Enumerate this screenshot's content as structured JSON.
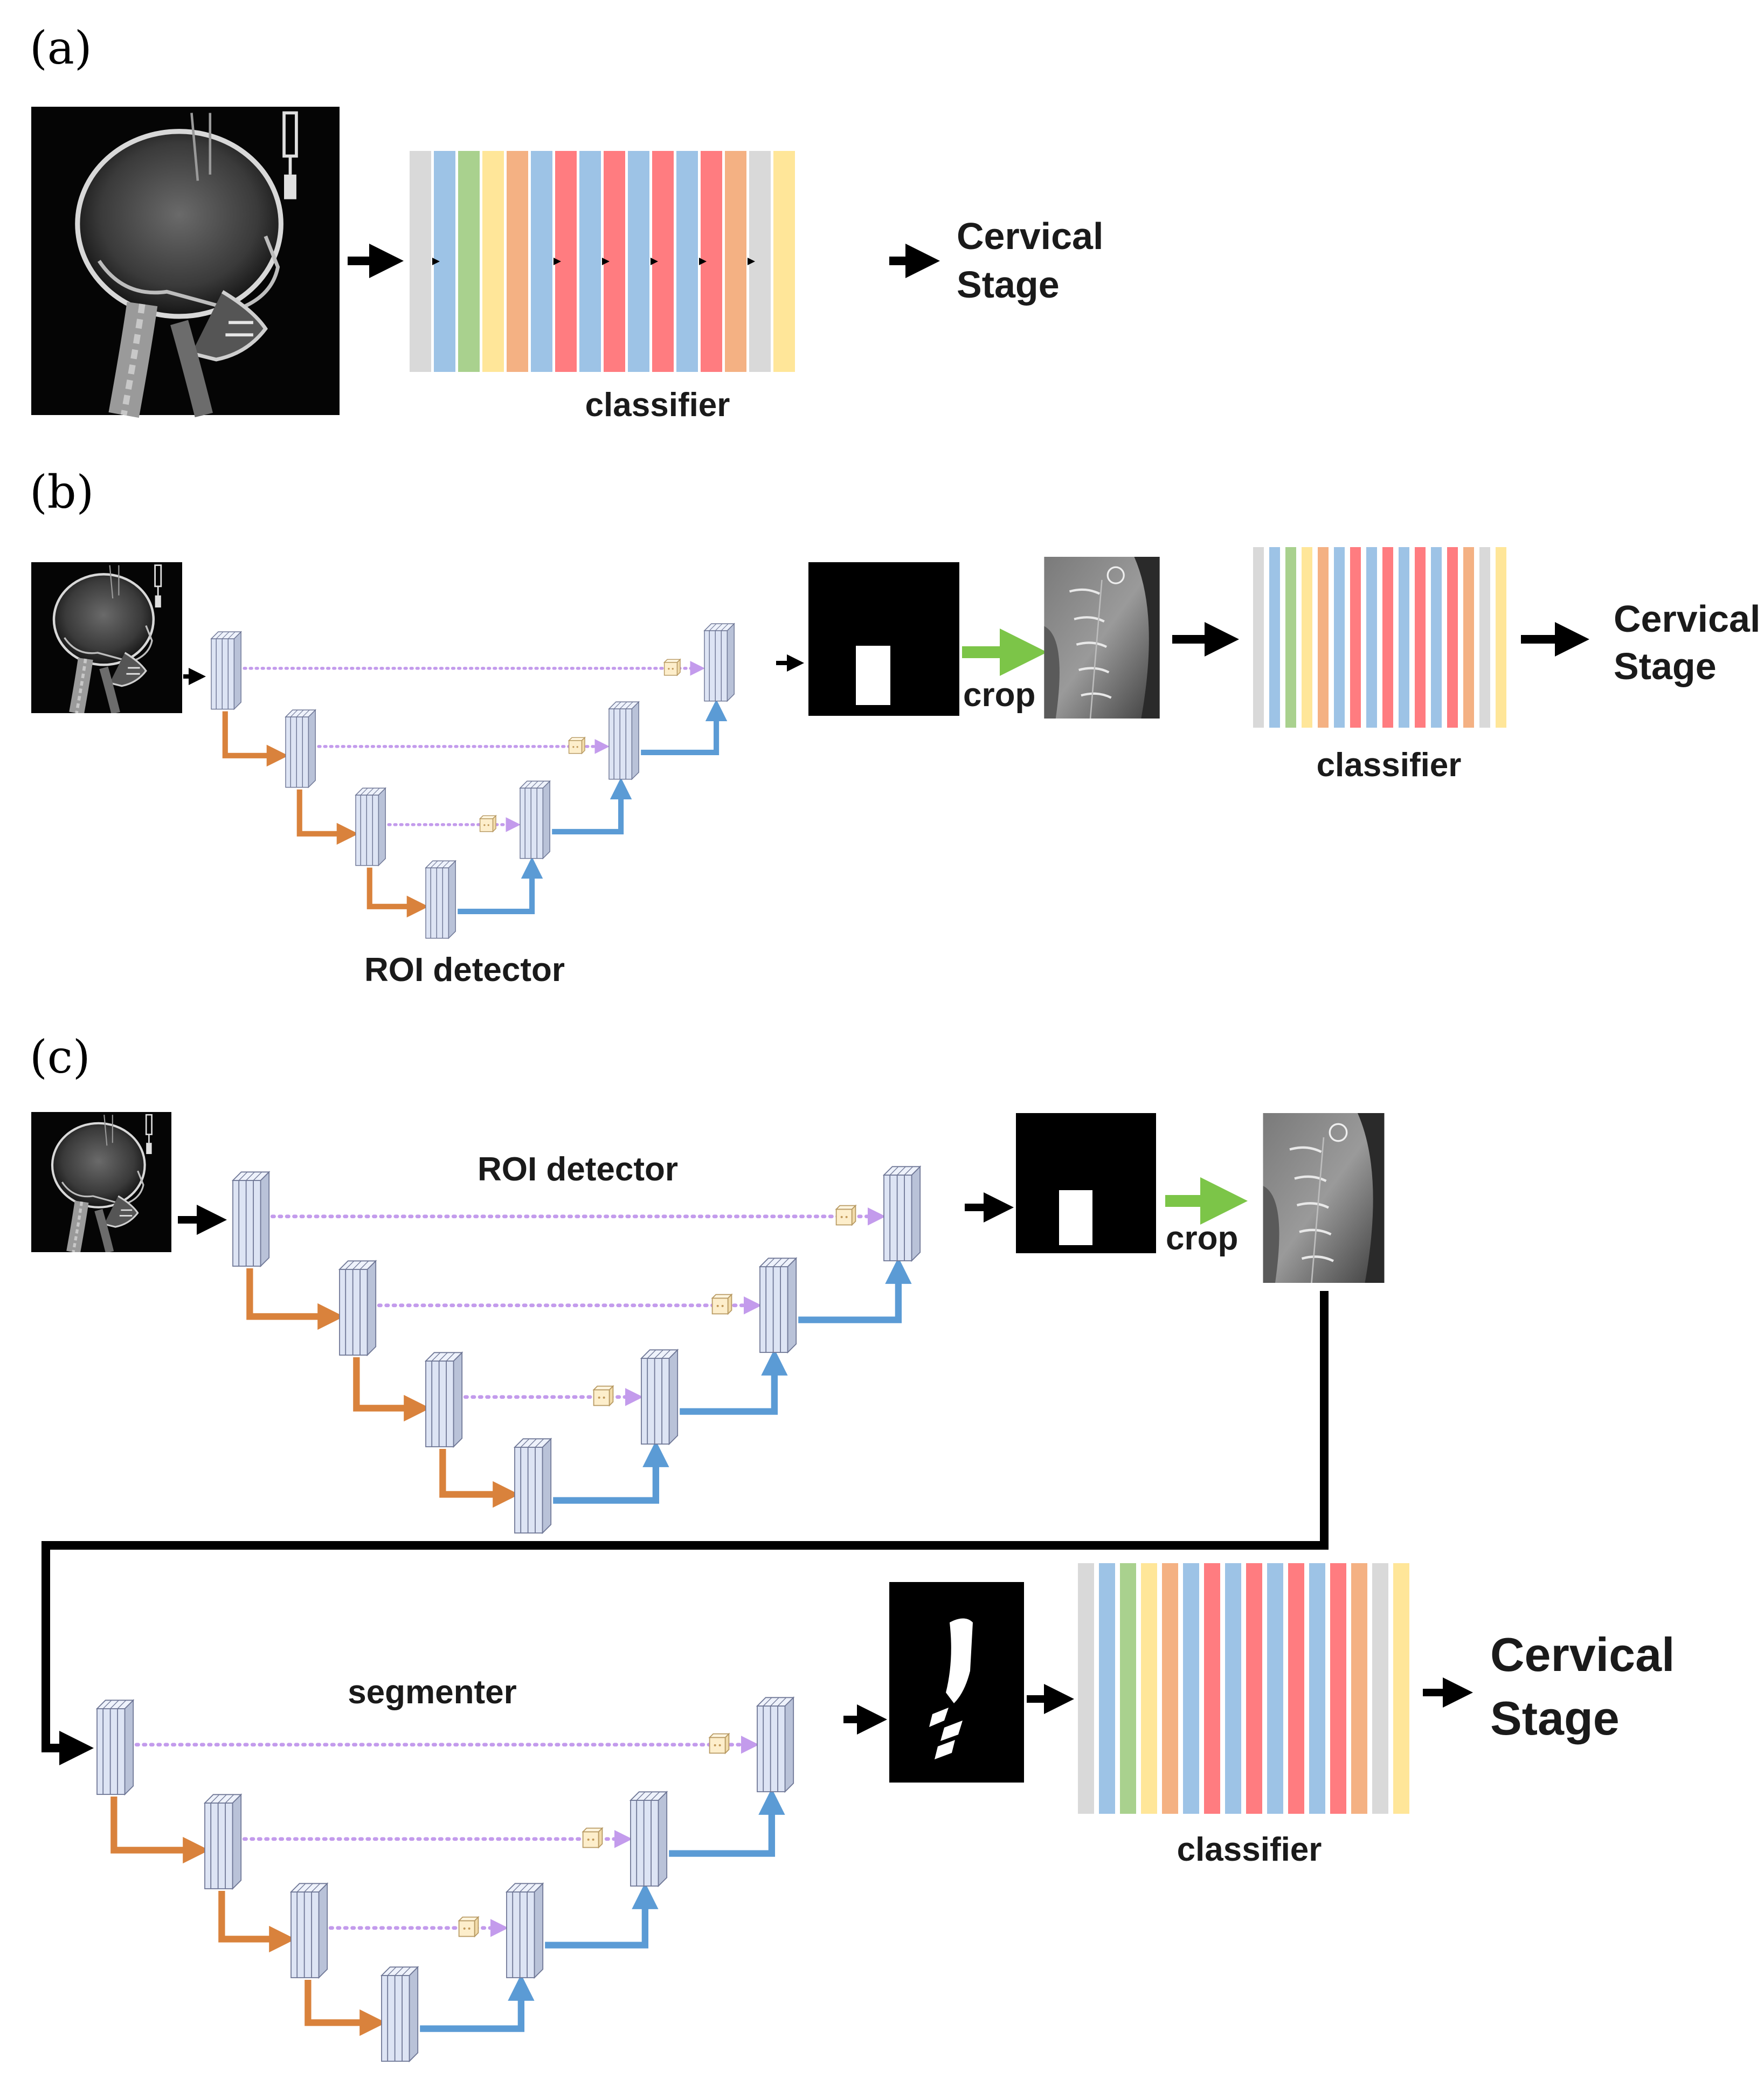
{
  "panels": [
    {
      "label": "(a)"
    },
    {
      "label": "(b)"
    },
    {
      "label": "(c)"
    }
  ],
  "a": {
    "classifier": "classifier",
    "output": [
      "Cervical",
      "Stage"
    ]
  },
  "b": {
    "roi": "ROI detector",
    "crop": "crop",
    "classifier": "classifier",
    "output": [
      "Cervical",
      "Stage"
    ]
  },
  "c": {
    "roi": "ROI detector",
    "crop": "crop",
    "segmenter": "segmenter",
    "classifier": "classifier",
    "output": [
      "Cervical",
      "Stage"
    ]
  },
  "colors": {
    "encoder_arrow": "#d9823c",
    "decoder_arrow": "#5b9bd5",
    "skip_arrow": "#c39bec",
    "crop_arrow": "#7cc548",
    "block_face": "#dde4f4",
    "layer_gray": "#d9d9d9",
    "layer_blue": "#9dc3e6",
    "layer_green": "#a9d18e",
    "layer_yellow": "#ffe699",
    "layer_orange": "#f4b183",
    "layer_red": "#ff7c80"
  },
  "classifier_layers": [
    "gray",
    "blue",
    "green",
    "yellow",
    "orange",
    "blue",
    "red",
    "blue",
    "red",
    "blue",
    "red",
    "blue",
    "red",
    "orange",
    "gray",
    "yellow"
  ]
}
